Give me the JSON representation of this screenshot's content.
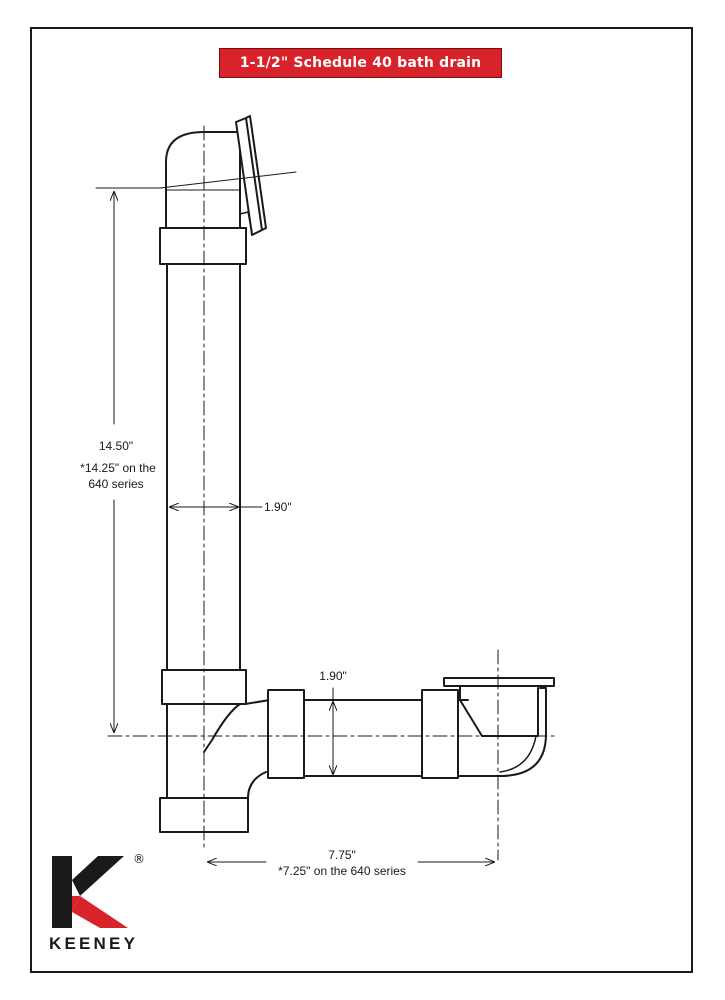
{
  "title": "1-1/2\" Schedule 40 bath drain",
  "dimensions": {
    "height_main": "14.50\"",
    "height_note_line1": "*14.25\" on the",
    "height_note_line2": "640 series",
    "pipe_diameter_vertical": "1.90\"",
    "pipe_diameter_horizontal": "1.90\"",
    "length_main": "7.75\"",
    "length_note": "*7.25\" on the 640 series"
  },
  "brand": {
    "name": "KEENEY",
    "registered_mark": "®",
    "logo_letter": "K",
    "logo_icon": "keeney-k-logo-icon",
    "colors": {
      "red": "#d8232a",
      "black": "#1a1a1a"
    }
  }
}
